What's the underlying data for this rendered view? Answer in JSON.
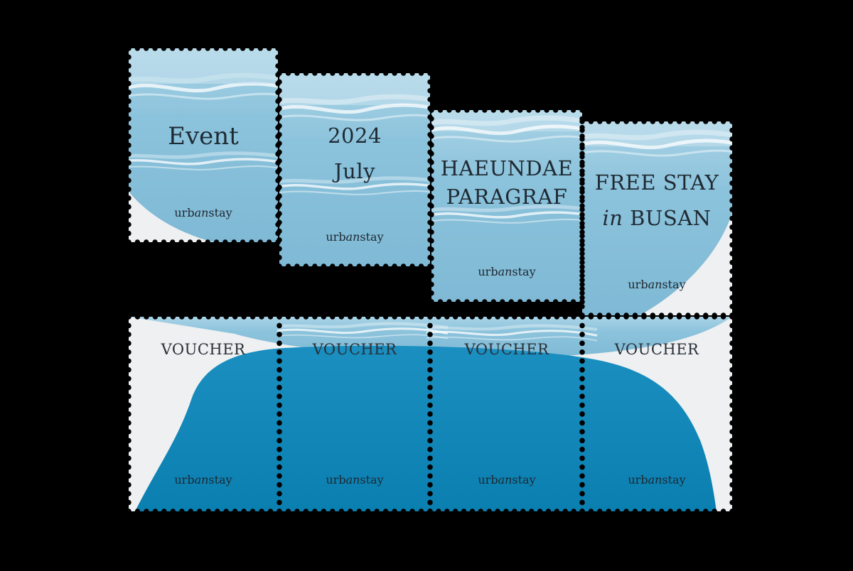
{
  "stamps_top": [
    {
      "lines": [
        "Event"
      ],
      "brand": "urbanstay"
    },
    {
      "lines": [
        "2024",
        "July"
      ],
      "brand": "urbanstay"
    },
    {
      "lines": [
        "HAEUNDAE",
        "PARAGRAF"
      ],
      "brand": "urbanstay"
    },
    {
      "line1": "FREE STAY",
      "line2_italic": "in",
      "line2_rest": "BUSAN",
      "brand": "urbanstay"
    }
  ],
  "stamps_bottom": [
    {
      "title": "VOUCHER",
      "brand": "urbanstay"
    },
    {
      "title": "VOUCHER",
      "brand": "urbanstay"
    },
    {
      "title": "VOUCHER",
      "brand": "urbanstay"
    },
    {
      "title": "VOUCHER",
      "brand": "urbanstay"
    }
  ],
  "colors": {
    "background": "#000000",
    "paper": "#eef0f1",
    "sea_light": "#8cc3dc",
    "sea_deep": "#0b87b8"
  }
}
